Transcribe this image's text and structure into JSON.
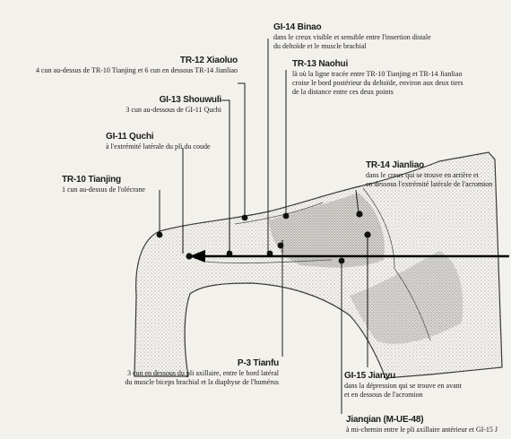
{
  "points": [
    {
      "code": "GI-14 Binao",
      "desc": [
        "dans le creux visible et sensible entre l'insertion distale",
        "du deltoïde et le muscle brachial"
      ]
    },
    {
      "code": "TR-12 Xiaoluo",
      "desc": [
        "4 cun au-dessus de TR-10 Tianjing et 6 cun en dessous TR-14 Jianliao"
      ]
    },
    {
      "code": "TR-13 Naohui",
      "desc": [
        "là où la ligne tracée entre TR-10 Tianjing et TR-14 Jianliao",
        "croise le bord postérieur du deltoïde, environ aux deux tiers",
        "de la distance entre ces deux points"
      ]
    },
    {
      "code": "GI-13 Shouwuli",
      "desc": [
        "3 cun au-dessous de GI-11 Quchi"
      ]
    },
    {
      "code": "GI-11 Quchi",
      "desc": [
        "à l'extrémité latérale du pli du coude"
      ]
    },
    {
      "code": "TR-14 Jianliao",
      "desc": [
        "dans le creux qui se trouve en arrière et",
        "en dessous l'extrémité latérale de l'acromion"
      ]
    },
    {
      "code": "TR-10 Tianjing",
      "desc": [
        "1 cun au-dessus de l'olécrane"
      ]
    },
    {
      "code": "P-3 Tianfu",
      "desc": [
        "3 cun en dessous du pli axillaire, entre le bord latéral",
        "du muscle biceps brachial et la diaphyse de l'humérus"
      ]
    },
    {
      "code": "GI-15 Jianyu",
      "desc": [
        "dans la dépression qui se trouve en avant",
        "et en dessous de l'acromion"
      ]
    },
    {
      "code": "Jianqian (M-UE-48)",
      "desc": [
        "à mi-chemin entre le pli axillaire antérieur et GI-15 J"
      ]
    }
  ]
}
